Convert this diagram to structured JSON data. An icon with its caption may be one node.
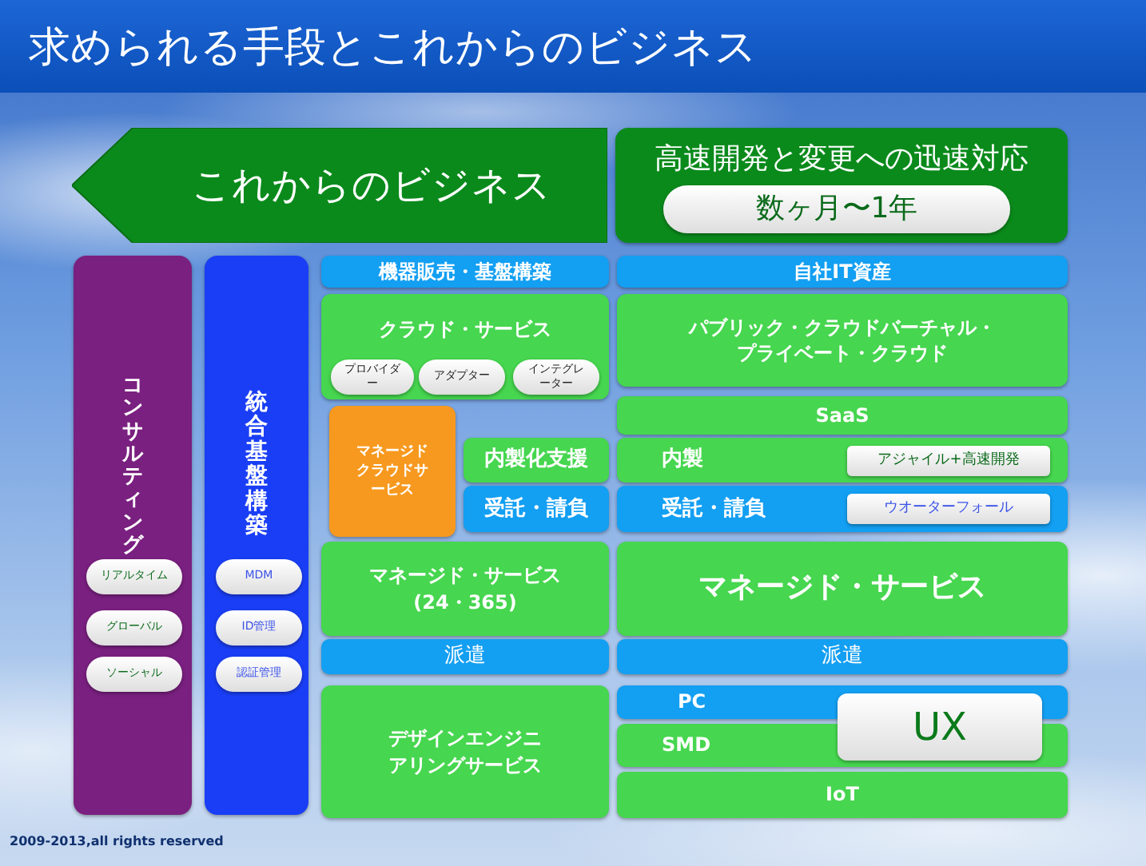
{
  "diagram": {
    "title": "求められる手段とこれからのビジネス",
    "nodes": [
      {
        "text": [
          "これからのビジネス"
        ]
      },
      {
        "text": [
          "高速開発と変更への迅速対応"
        ]
      },
      {
        "text": [
          "数ヶ月〜1年"
        ],
        "in": 1
      },
      {
        "text": [
          "コンサルティング"
        ]
      },
      {
        "text": [
          "リアルタイム"
        ],
        "in": 3
      },
      {
        "text": [
          "グローバル"
        ],
        "in": 3
      },
      {
        "text": [
          "ソーシャル"
        ],
        "in": 3
      },
      {
        "text": [
          "統合基盤構築"
        ]
      },
      {
        "text": [
          "MDM"
        ],
        "in": 7
      },
      {
        "text": [
          "ID管理"
        ],
        "in": 7
      },
      {
        "text": [
          "認証管理"
        ],
        "in": 7
      },
      {
        "text": [
          "機器販売・基盤構築"
        ]
      },
      {
        "text": [
          "自社IT資産"
        ]
      },
      {
        "text": [
          "クラウド・サービス"
        ]
      },
      {
        "text": [
          "プロバイダー"
        ],
        "in": 13
      },
      {
        "text": [
          "アダプター"
        ],
        "in": 13
      },
      {
        "text": [
          "インテグレーター"
        ],
        "in": 13
      },
      {
        "text": [
          "マネージドクラウドサービス"
        ]
      },
      {
        "text": [
          "内製化支援"
        ]
      },
      {
        "text": [
          "受託・請負"
        ]
      },
      {
        "text": [
          "パブリック・クラウドバーチャル・プライベート・クラウド"
        ]
      },
      {
        "text": [
          "SaaS"
        ]
      },
      {
        "text": [
          "内製"
        ]
      },
      {
        "text": [
          "アジャイル+高速開発"
        ],
        "in": 22
      },
      {
        "text": [
          "受託・請負"
        ]
      },
      {
        "text": [
          "ウオーターフォール"
        ],
        "in": 24
      },
      {
        "text": [
          "マネージド・サービス(24・365)"
        ]
      },
      {
        "text": [
          "派遣"
        ]
      },
      {
        "text": [
          "デザインエンジニアリングサービス"
        ]
      },
      {
        "text": [
          "マネージド・サービス"
        ]
      },
      {
        "text": [
          "派遣"
        ]
      },
      {
        "text": [
          "PC"
        ]
      },
      {
        "text": [
          "SMD"
        ]
      },
      {
        "text": [
          "IoT"
        ]
      },
      {
        "text": [
          "UX"
        ]
      }
    ],
    "labels": [
      "2009-2013,all rights reserved"
    ]
  }
}
